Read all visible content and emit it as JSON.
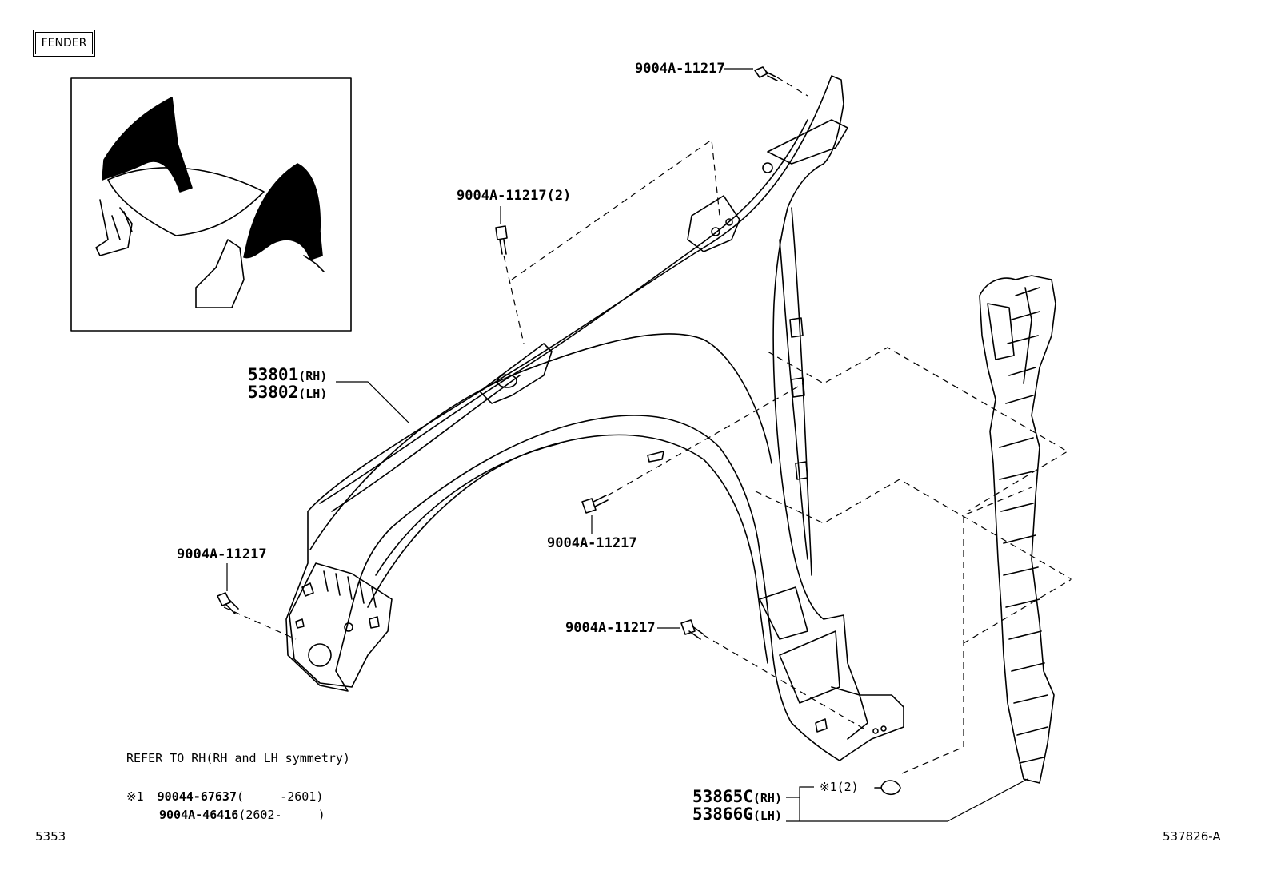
{
  "title": "FENDER",
  "parts": {
    "bolt_top": "9004A-11217",
    "bolt_upper_mid": "9004A-11217(2)",
    "fender_rh": "53801",
    "fender_lh": "53802",
    "rh_suffix": "(RH)",
    "lh_suffix": "(LH)",
    "bolt_center": "9004A-11217",
    "bolt_left": "9004A-11217",
    "bolt_lower": "9004A-11217",
    "liner_rh": "53865C",
    "liner_lh": "53866G",
    "clip_ref": "※1(2)"
  },
  "notes": {
    "refer": "REFER TO RH(RH and LH symmetry)",
    "ref_mark": "※1",
    "part1": "90044-67637",
    "part1_range": "(     -2601)",
    "part2": "9004A-46416",
    "part2_range": "(2602-     )"
  },
  "footer": {
    "left_code": "5353",
    "right_code": "537826-A"
  }
}
